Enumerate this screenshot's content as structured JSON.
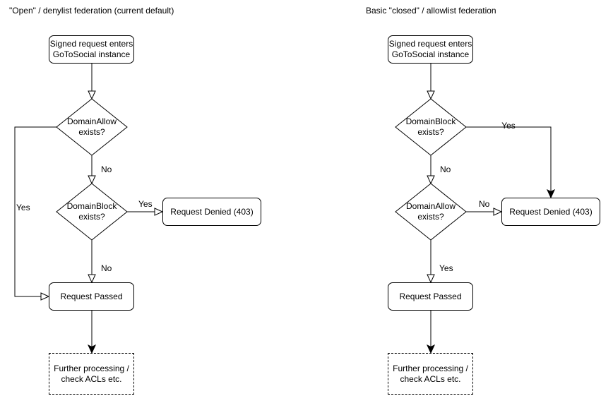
{
  "colors": {
    "background": "#ffffff",
    "stroke": "#000000",
    "text": "#000000"
  },
  "charts": [
    {
      "title": "\"Open\" / denylist federation (current default)",
      "nodes": {
        "start": "Signed request enters GoToSocial instance",
        "decision1": "DomainAllow exists?",
        "decision2": "DomainBlock exists?",
        "denied": "Request Denied (403)",
        "passed": "Request Passed",
        "further": "Further processing / check ACLs etc."
      },
      "edge_labels": {
        "decision1_no": "No",
        "decision1_yes": "Yes",
        "decision2_yes": "Yes",
        "decision2_no": "No"
      }
    },
    {
      "title": "Basic \"closed\" / allowlist federation",
      "nodes": {
        "start": "Signed request enters GoToSocial instance",
        "decision1": "DomainBlock exists?",
        "decision2": "DomainAllow exists?",
        "denied": "Request Denied (403)",
        "passed": "Request Passed",
        "further": "Further processing / check ACLs etc."
      },
      "edge_labels": {
        "decision1_yes": "Yes",
        "decision1_no": "No",
        "decision2_no": "No",
        "decision2_yes": "Yes"
      }
    }
  ]
}
